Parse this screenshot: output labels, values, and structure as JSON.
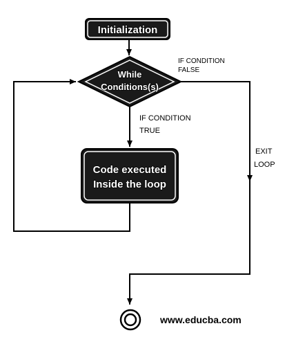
{
  "flowchart": {
    "init_label": "Initialization",
    "condition_line1": "While",
    "condition_line2": "Conditions(s)",
    "false_line1": "IF CONDITION",
    "false_line2": "FALSE",
    "true_line1": "IF CONDITION",
    "true_line2": "TRUE",
    "body_line1": "Code executed",
    "body_line2": "Inside the loop",
    "exit_line1": "EXIT",
    "exit_line2": "LOOP"
  },
  "watermark": "www.educba.com",
  "colors": {
    "box_fill": "#1a1a1a",
    "box_border": "#000000",
    "box_inner_border": "#ffffff",
    "line": "#000000",
    "text": "#000000"
  }
}
